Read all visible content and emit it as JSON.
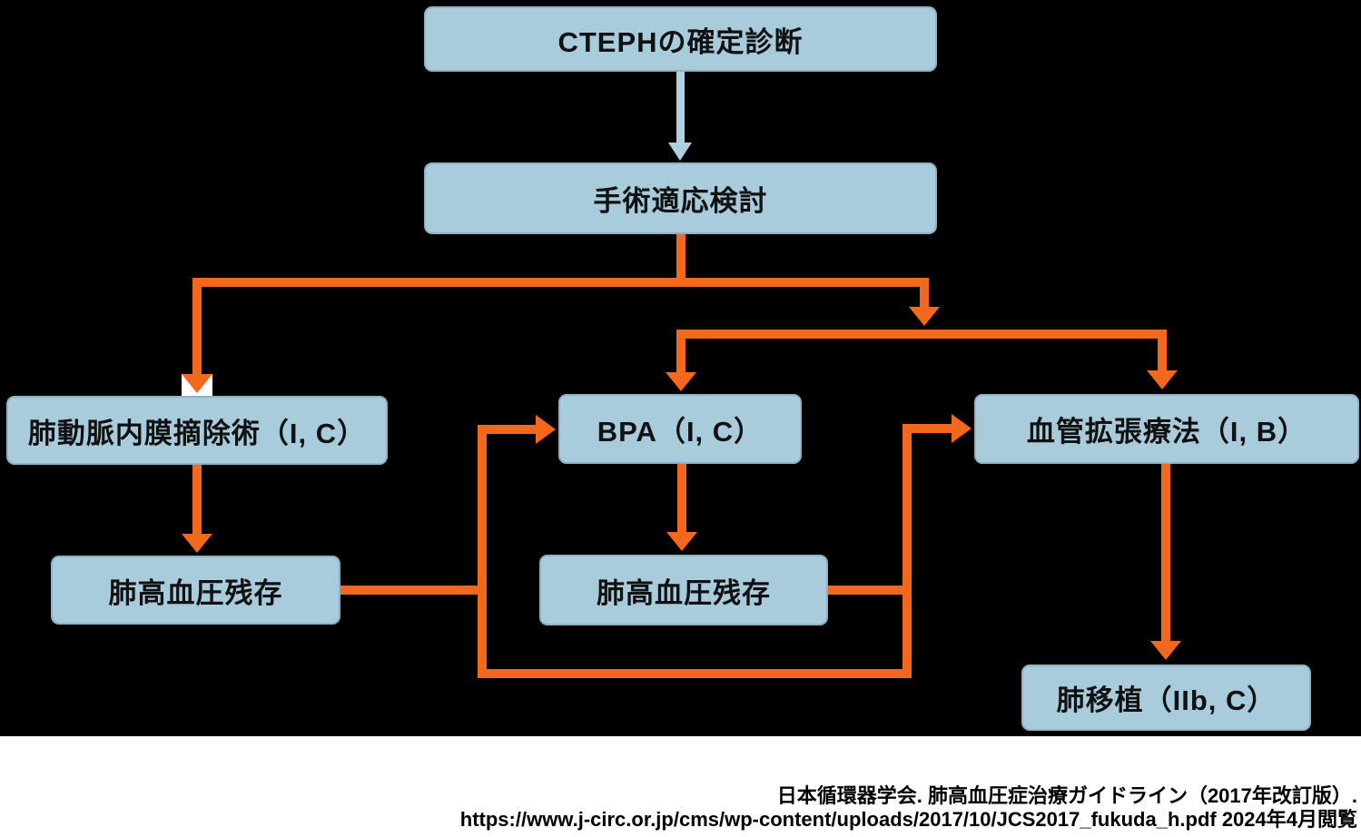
{
  "diagram": {
    "nodes": {
      "cteph_diagnosis": {
        "label": "CTEPHの確定診断"
      },
      "surgical_indication": {
        "label": "手術適応検討"
      },
      "pea": {
        "label": "肺動脈内膜摘除術（I, C）"
      },
      "bpa": {
        "label": "BPA（I, C）"
      },
      "vasodilator_therapy": {
        "label": "血管拡張療法（I, B）"
      },
      "residual_ph_after_pea": {
        "label": "肺高血圧残存"
      },
      "residual_ph_after_bpa": {
        "label": "肺高血圧残存"
      },
      "lung_transplant": {
        "label": "肺移植（IIb, C）"
      }
    },
    "colors": {
      "background": "#000000",
      "node_fill": "#a9ccdc",
      "node_border": "#8fb3c4",
      "node_text": "#111111",
      "flow_orange": "#f2681c",
      "flow_blue": "#aed0e0",
      "footer_background": "#ffffff",
      "citation_text": "#000000"
    }
  },
  "citation": {
    "line1": "日本循環器学会. 肺高血圧症治療ガイドライン（2017年改訂版）.",
    "line2": "https://www.j-circ.or.jp/cms/wp-content/uploads/2017/10/JCS2017_fukuda_h.pdf 2024年4月閲覧"
  }
}
